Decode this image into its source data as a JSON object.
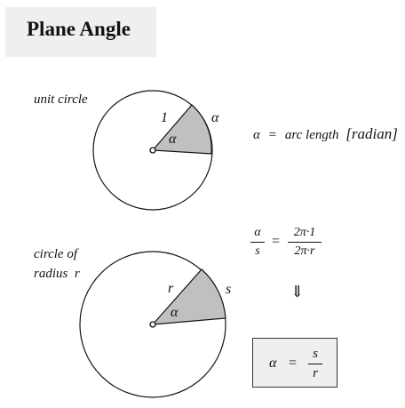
{
  "title": "Plane Angle",
  "unit_circle": {
    "label": "unit circle",
    "radius_label": "1",
    "angle_label": "α",
    "arc_label": "α"
  },
  "equation1": {
    "lhs": "α",
    "eq": "=",
    "rhs": "arc length",
    "unit": "[radian]"
  },
  "ratio": {
    "lhs_num": "α",
    "lhs_den": "s",
    "eq": "=",
    "rhs_num": "2π·1",
    "rhs_den": "2π·r"
  },
  "circle_r": {
    "label_line1": "circle of",
    "label_line2": "radius  r",
    "radius_label": "r",
    "angle_label": "α",
    "arc_label": "s"
  },
  "implies": "⇓",
  "result": {
    "lhs": "α",
    "eq": "=",
    "num": "s",
    "den": "r"
  },
  "colors": {
    "sector_fill": "#c0c0c0",
    "box_fill": "#efefef"
  }
}
